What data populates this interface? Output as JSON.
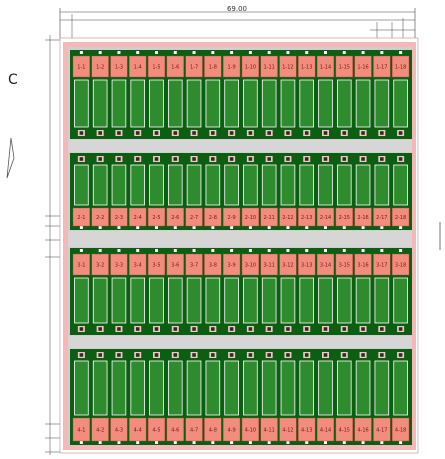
{
  "drawing": {
    "top_dimension": "69.00",
    "north_mark": "C",
    "colors": {
      "frame": "#f4b8b8",
      "road": "#d6d6d6",
      "cell": "#f28c7d",
      "panel": "#2e8b2e",
      "panel_dark": "#0b5e12",
      "boundary": "#e8c2c2",
      "marker": "#2a2a2a"
    }
  },
  "blocks": [
    {
      "labels": [
        "1-1",
        "1-2",
        "1-3",
        "1-4",
        "1-5",
        "1-6",
        "1-7",
        "1-8",
        "1-9",
        "1-10",
        "1-11",
        "1-12",
        "1-13",
        "1-14",
        "1-15",
        "1-16",
        "1-17",
        "1-18"
      ]
    },
    {
      "labels": [
        "2-1",
        "2-2",
        "2-3",
        "2-4",
        "2-5",
        "2-6",
        "2-7",
        "2-8",
        "2-9",
        "2-10",
        "2-11",
        "2-12",
        "2-13",
        "2-14",
        "2-15",
        "2-16",
        "2-17",
        "2-18"
      ]
    },
    {
      "labels": [
        "3-1",
        "3-2",
        "3-3",
        "3-4",
        "3-5",
        "3-6",
        "3-7",
        "3-8",
        "3-9",
        "3-10",
        "3-11",
        "3-12",
        "3-13",
        "3-14",
        "3-15",
        "3-16",
        "3-17",
        "3-18"
      ]
    },
    {
      "labels": [
        "4-1",
        "4-2",
        "4-3",
        "4-4",
        "4-5",
        "4-6",
        "4-7",
        "4-8",
        "4-9",
        "4-10",
        "4-11",
        "4-12",
        "4-13",
        "4-14",
        "4-15",
        "4-16",
        "4-17",
        "4-18"
      ]
    }
  ]
}
